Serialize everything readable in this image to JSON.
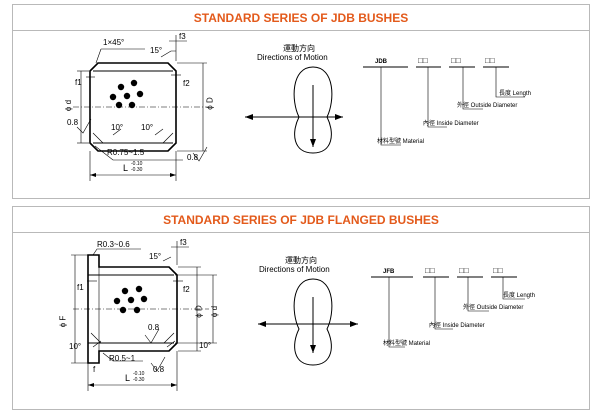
{
  "bushes": {
    "title": "STANDARD SERIES OF JDB BUSHES",
    "dims": {
      "chamfer": "1×45°",
      "angle_top": "15°",
      "f3": "f3",
      "f1": "f1",
      "f2": "f2",
      "phi_d": "ϕ d",
      "phi_D": "ϕ D",
      "rough_left": "0.8",
      "angle_left": "10°",
      "angle_right": "10°",
      "radius": "R0.75~1.5",
      "rough_bottom": "0.8",
      "length": "L",
      "length_tol_upper": "-0.10",
      "length_tol_lower": "-0.30"
    },
    "motion_label_cn": "運動方向",
    "motion_label_en": "Directions of Motion",
    "code": {
      "prefix": "JDB",
      "box1": "□□",
      "box2": "□□",
      "box3": "□□",
      "length_label": "長度 Length",
      "outside_label": "外徑 Outside Diameter",
      "inside_label": "內徑 Inside Diameter",
      "material_label": "材料型號 Material"
    }
  },
  "flanged": {
    "title": "STANDARD SERIES OF JDB FLANGED BUSHES",
    "dims": {
      "radius_top": "R0.3~0.6",
      "f3": "f3",
      "angle_top": "15°",
      "f1": "f1",
      "f2": "f2",
      "phi_F": "ϕ F",
      "phi_D": "ϕ D",
      "phi_d": "ϕ d",
      "rough_mid": "0.8",
      "angle_left": "10°",
      "angle_right": "10°",
      "f": "f",
      "radius": "R0.5~1",
      "rough_bottom": "0.8",
      "length": "L",
      "length_tol_upper": "-0.10",
      "length_tol_lower": "-0.30"
    },
    "motion_label_cn": "運動方向",
    "motion_label_en": "Directions of Motion",
    "code": {
      "prefix": "JFB",
      "box1": "□□",
      "box2": "□□",
      "box3": "□□",
      "length_label": "長度 Length",
      "outside_label": "外徑 Outside Diameter",
      "inside_label": "內徑 Inside Diameter",
      "material_label": "材料型號 Material"
    }
  }
}
